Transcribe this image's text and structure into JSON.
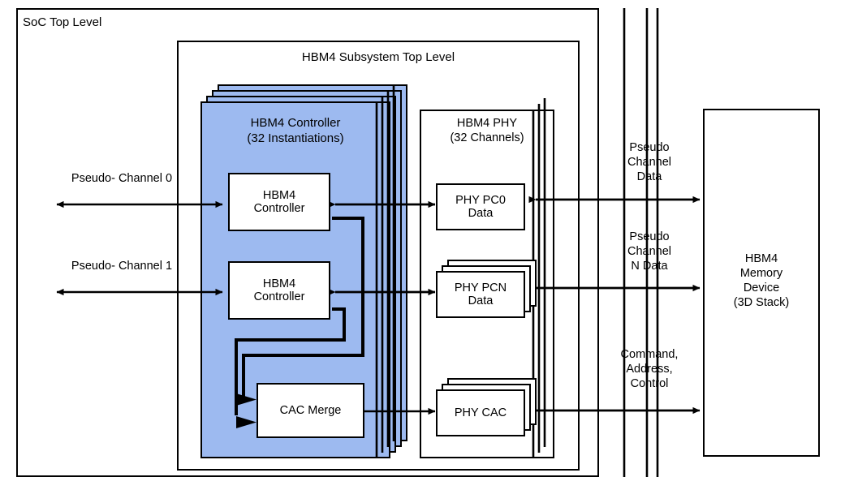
{
  "diagram": {
    "title_soc": "SoC Top Level",
    "title_subsystem": "HBM4 Subsystem Top Level",
    "controller_group_title_line1": "HBM4 Controller",
    "controller_group_title_line2": "(32 Instantiations)",
    "phy_group_title_line1": "HBM4 PHY",
    "phy_group_title_line2": "(32 Channels)",
    "controller0_line1": "HBM4",
    "controller0_line2": "Controller",
    "controller1_line1": "HBM4",
    "controller1_line2": "Controller",
    "cac_merge_label": "CAC Merge",
    "phy_pc0_line1": "PHY PC0",
    "phy_pc0_line2": "Data",
    "phy_pcn_line1": "PHY PCN",
    "phy_pcn_line2": "Data",
    "phy_cac_label": "PHY CAC",
    "memory_line1": "HBM4",
    "memory_line2": "Memory",
    "memory_line3": "Device",
    "memory_line4": "(3D Stack)",
    "left_label_pc0": "Pseudo- Channel 0",
    "left_label_pc1": "Pseudo- Channel 1",
    "right_label_pcdata_line1": "Pseudo",
    "right_label_pcdata_line2": "Channel",
    "right_label_pcdata_line3": "Data",
    "right_label_pcndata_line1": "Pseudo",
    "right_label_pcndata_line2": "Channel",
    "right_label_pcndata_line3": "N Data",
    "right_label_cac_line1": "Command,",
    "right_label_cac_line2": "Address,",
    "right_label_cac_line3": "Control",
    "colors": {
      "controller_fill": "#9dbaf0",
      "stroke": "#000000",
      "box_fill": "#ffffff",
      "background": "#ffffff"
    }
  }
}
